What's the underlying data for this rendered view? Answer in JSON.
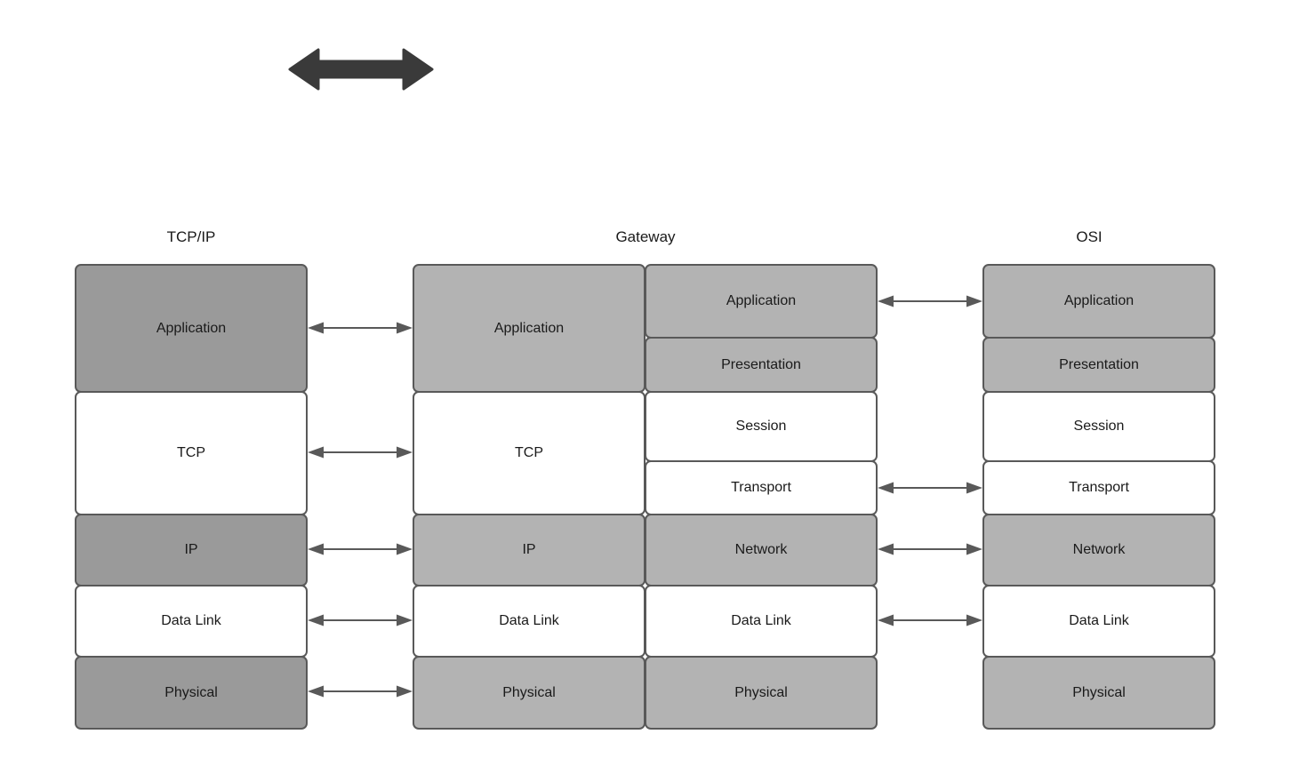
{
  "diagram": {
    "title_top_arrow": "bidirectional-arrow",
    "columns": [
      {
        "name": "tcpip",
        "header": "TCP/IP",
        "layers": [
          {
            "label": "Application",
            "fill": "#9a9a9a"
          },
          {
            "label": "TCP",
            "fill": "#ffffff"
          },
          {
            "label": "IP",
            "fill": "#9a9a9a"
          },
          {
            "label": "Data Link",
            "fill": "#ffffff"
          },
          {
            "label": "Physical",
            "fill": "#9a9a9a"
          }
        ]
      },
      {
        "name": "gateway",
        "header": "Gateway",
        "left_layers": [
          {
            "label": "Application",
            "fill": "#b3b3b3"
          },
          {
            "label": "TCP",
            "fill": "#ffffff"
          },
          {
            "label": "IP",
            "fill": "#b3b3b3"
          },
          {
            "label": "Data Link",
            "fill": "#ffffff"
          },
          {
            "label": "Physical",
            "fill": "#b3b3b3"
          }
        ],
        "right_layers": [
          {
            "label": "Application",
            "fill": "#b3b3b3"
          },
          {
            "label": "Presentation",
            "fill": "#b3b3b3"
          },
          {
            "label": "Session",
            "fill": "#ffffff"
          },
          {
            "label": "Transport",
            "fill": "#ffffff"
          },
          {
            "label": "Network",
            "fill": "#b3b3b3"
          },
          {
            "label": "Data Link",
            "fill": "#ffffff"
          },
          {
            "label": "Physical",
            "fill": "#b3b3b3"
          }
        ]
      },
      {
        "name": "osi",
        "header": "OSI",
        "layers": [
          {
            "label": "Application",
            "fill": "#b3b3b3"
          },
          {
            "label": "Presentation",
            "fill": "#b3b3b3"
          },
          {
            "label": "Session",
            "fill": "#ffffff"
          },
          {
            "label": "Transport",
            "fill": "#ffffff"
          },
          {
            "label": "Network",
            "fill": "#b3b3b3"
          },
          {
            "label": "Data Link",
            "fill": "#ffffff"
          },
          {
            "label": "Physical",
            "fill": "#b3b3b3"
          }
        ]
      }
    ],
    "connectors_left": [
      {
        "pairs": "Application-Application"
      },
      {
        "pairs": "TCP-TCP"
      },
      {
        "pairs": "IP-IP"
      },
      {
        "pairs": "Data Link-Data Link"
      },
      {
        "pairs": "Physical-Physical"
      }
    ],
    "connectors_right": [
      {
        "pairs": "Application-Application"
      },
      {
        "pairs": "Transport-Transport"
      },
      {
        "pairs": "Network-Network"
      },
      {
        "pairs": "Data Link-Data Link"
      }
    ],
    "colors": {
      "stroke": "#595959",
      "arrow": "#595959",
      "big_arrow": "#3a3a3a",
      "text": "#1a1a1a",
      "background": "#ffffff"
    }
  }
}
